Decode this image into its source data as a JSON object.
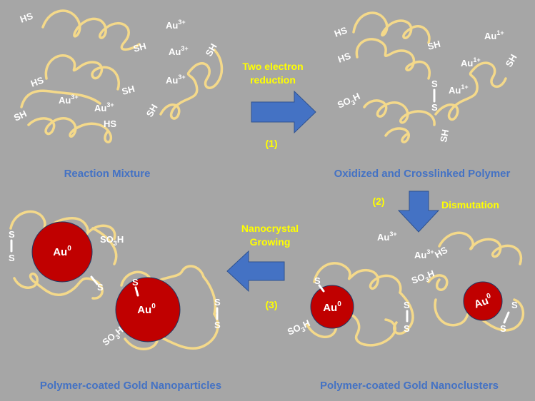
{
  "captions": {
    "reaction_mixture": "Reaction Mixture",
    "oxidized": "Oxidized and Crosslinked Polymer",
    "nanoparticles": "Polymer-coated Gold Nanoparticles",
    "nanoclusters": "Polymer-coated Gold Nanoclusters"
  },
  "steps": {
    "step1_line1": "Two electron",
    "step1_line2": "reduction",
    "step1_num": "(1)",
    "step2_label": "Dismutation",
    "step2_num": "(2)",
    "step3_line1": "Nanocrystal",
    "step3_line2": "Growing",
    "step3_num": "(3)"
  },
  "chem": {
    "HS": "HS",
    "SH": "SH",
    "S": "S",
    "SO3H_base": "SO",
    "SO3H_sub": "3",
    "SO3H_end": "H",
    "Au": "Au",
    "au3": "3+",
    "au1": "1+",
    "au0": "0"
  },
  "colors": {
    "background": "#a6a6a6",
    "caption": "#4472c4",
    "step_text": "#ffff00",
    "polymer": "#f4d98a",
    "gold_core": "#c00000",
    "arrow": "#4472c4"
  }
}
